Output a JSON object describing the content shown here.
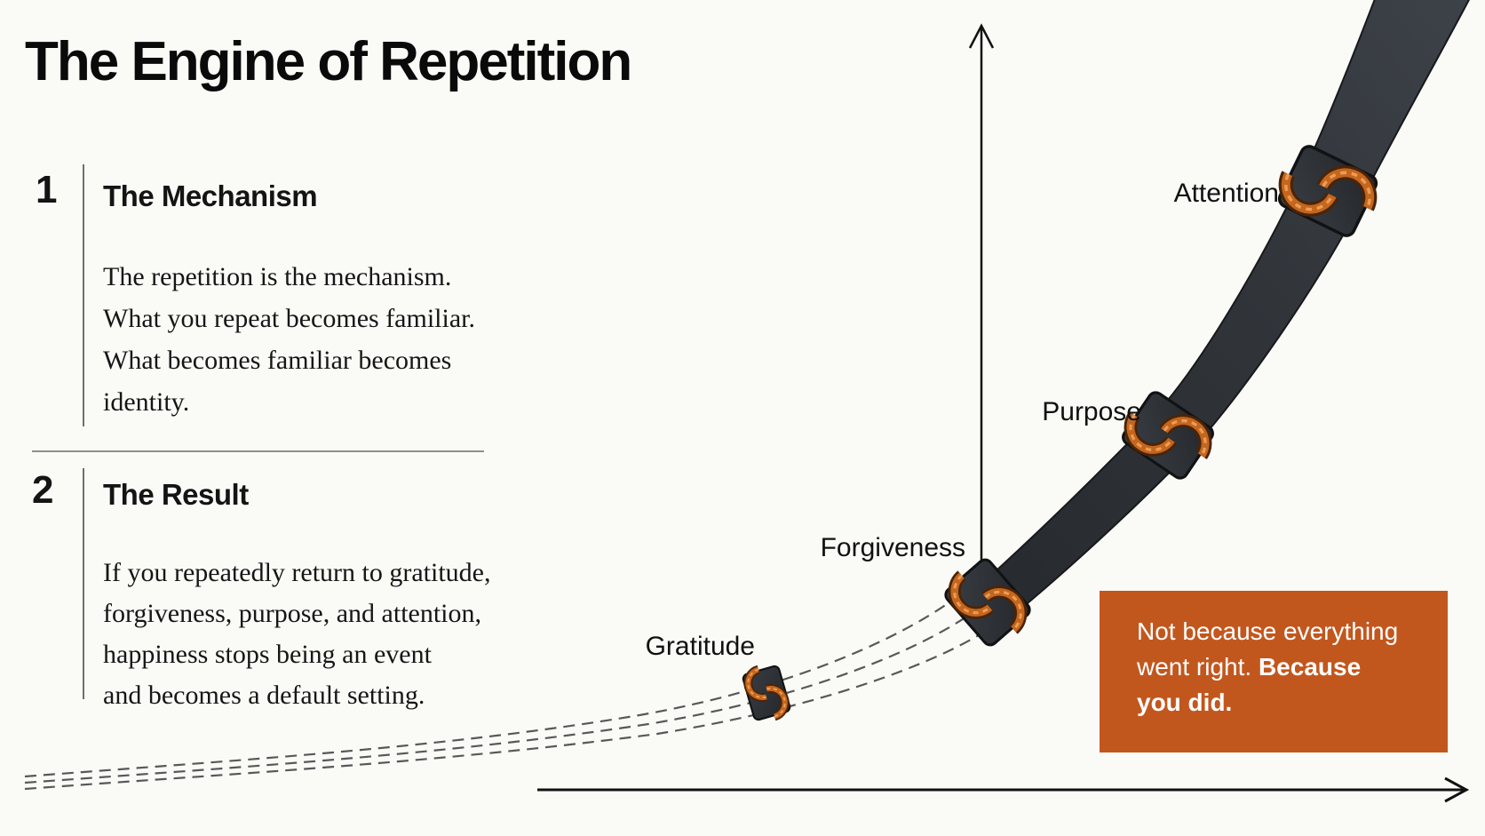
{
  "title": "The Engine of Repetition",
  "sections": [
    {
      "number": "1",
      "heading": "The Mechanism",
      "lines": [
        "The repetition is the mechanism.",
        "What you repeat becomes familiar.",
        "What becomes familiar becomes",
        "identity."
      ]
    },
    {
      "number": "2",
      "heading": "The Result",
      "lines": [
        "If you repeatedly return to gratitude,",
        "forgiveness, purpose, and attention,",
        "happiness stops being an event",
        "and becomes a default setting."
      ]
    }
  ],
  "diagram": {
    "type": "curve",
    "description": "Upward-accelerating track: dashed rails at bottom-left merge into a solid dark band rising to the top-right; four coupling markers sit on the track at the milestones",
    "milestones": [
      {
        "label": "Gratitude"
      },
      {
        "label": "Forgiveness"
      },
      {
        "label": "Purpose"
      },
      {
        "label": "Attention"
      }
    ],
    "axes": {
      "x_arrow": "right",
      "y_arrow": "up"
    }
  },
  "callout": {
    "regular": "Not because everything went right. ",
    "bold": "Because you did.",
    "bg_color": "#C2571E",
    "text_color": "#FFFFFF"
  },
  "colors": {
    "background": "#FAFAF7",
    "band_dark": "#2E3237",
    "coupling_orange": "#C4661E",
    "accent_orange": "#C2571E",
    "text": "#111111"
  }
}
